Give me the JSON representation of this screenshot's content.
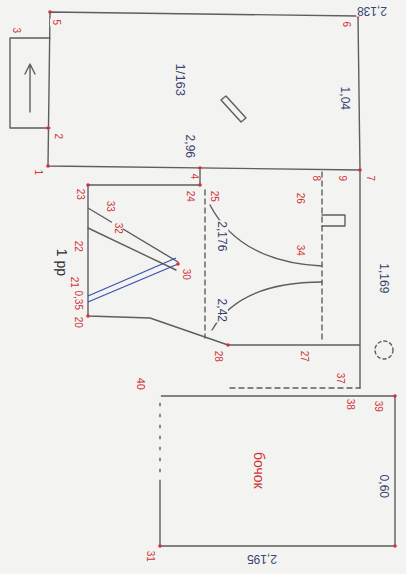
{
  "diagram": {
    "labels": [
      "5",
      "6",
      "3",
      "2",
      "1",
      "4",
      "8",
      "7",
      "9",
      "23",
      "24",
      "25",
      "26",
      "22",
      "33",
      "32",
      "21",
      "20",
      "30",
      "28",
      "27",
      "34",
      "37",
      "38",
      "39",
      "31",
      "2,138",
      "1/163",
      "1,04",
      "2,96",
      "2,176",
      "2,42",
      "1 pp",
      "0,35",
      "1,169",
      "0,60",
      "2,195",
      "бочок",
      "40"
    ]
  }
}
